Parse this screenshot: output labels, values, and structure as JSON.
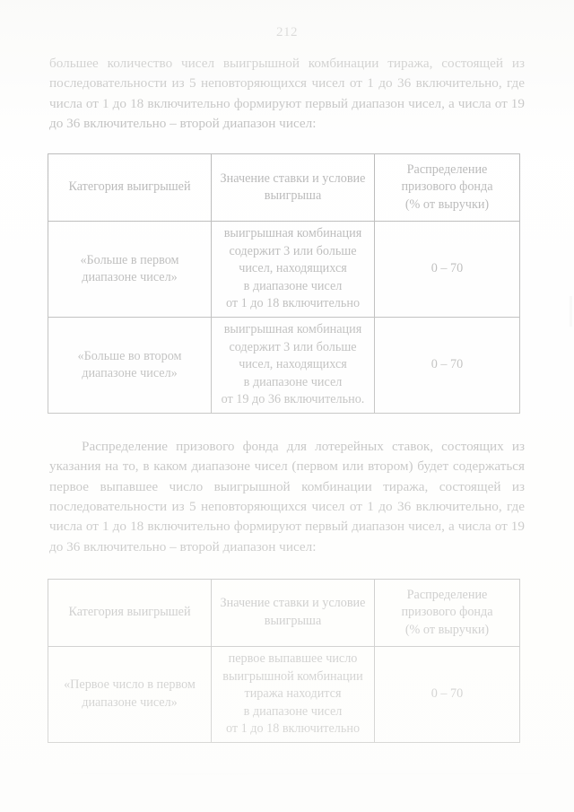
{
  "page": {
    "number": "212"
  },
  "paragraphs": {
    "first": "большее количество чисел выигрышной комбинации тиража, состоящей из последовательности из 5 неповторяющихся чисел от 1 до 36 включительно, где числа от 1 до 18 включительно формируют первый диапазон чисел, а числа от 19 до 36 включительно – второй диапазон чисел:",
    "second": "Распределение призового фонда для лотерейных ставок, состоящих из указания на то, в каком диапазоне чисел (первом или втором) будет содержаться первое выпавшее число выигрышной комбинации тиража, состоящей из последовательности из 5 неповторяющихся чисел от 1 до 36 включительно, где числа от 1 до 18 включительно формируют первый диапазон чисел, а числа от 19 до 36 включительно – второй диапазон чисел:"
  },
  "tables": [
    {
      "headers": {
        "category": "Категория выигрышей",
        "condition_line1": "Значение ставки и условие",
        "condition_line2": "выигрыша",
        "share_line1": "Распределение",
        "share_line2": "призового фонда",
        "share_line3": "(% от выручки)"
      },
      "rows": [
        {
          "category_line1": "«Больше в первом",
          "category_line2": "диапазоне чисел»",
          "condition_line1": "выигрышная комбинация",
          "condition_line2": "содержит 3 или больше",
          "condition_line3": "чисел, находящихся",
          "condition_line4": "в диапазоне чисел",
          "condition_line5": "от 1 до 18 включительно",
          "share": "0 – 70"
        },
        {
          "category_line1": "«Больше во втором",
          "category_line2": "диапазоне чисел»",
          "condition_line1": "выигрышная комбинация",
          "condition_line2": "содержит 3 или больше",
          "condition_line3": "чисел, находящихся",
          "condition_line4": "в диапазоне чисел",
          "condition_line5": "от 19 до 36 включительно.",
          "share": "0 – 70"
        }
      ]
    },
    {
      "headers": {
        "category": "Категория выигрышей",
        "condition_line1": "Значение ставки и условие",
        "condition_line2": "выигрыша",
        "share_line1": "Распределение",
        "share_line2": "призового фонда",
        "share_line3": "(% от выручки)"
      },
      "rows": [
        {
          "category_line1": "«Первое число в первом",
          "category_line2": "диапазоне чисел»",
          "condition_line1": "первое выпавшее число",
          "condition_line2": "выигрышной комбинации",
          "condition_line3": "тиража находится",
          "condition_line4": "в диапазоне чисел",
          "condition_line5": "от 1 до 18 включительно",
          "share": "0 – 70"
        }
      ]
    }
  ]
}
